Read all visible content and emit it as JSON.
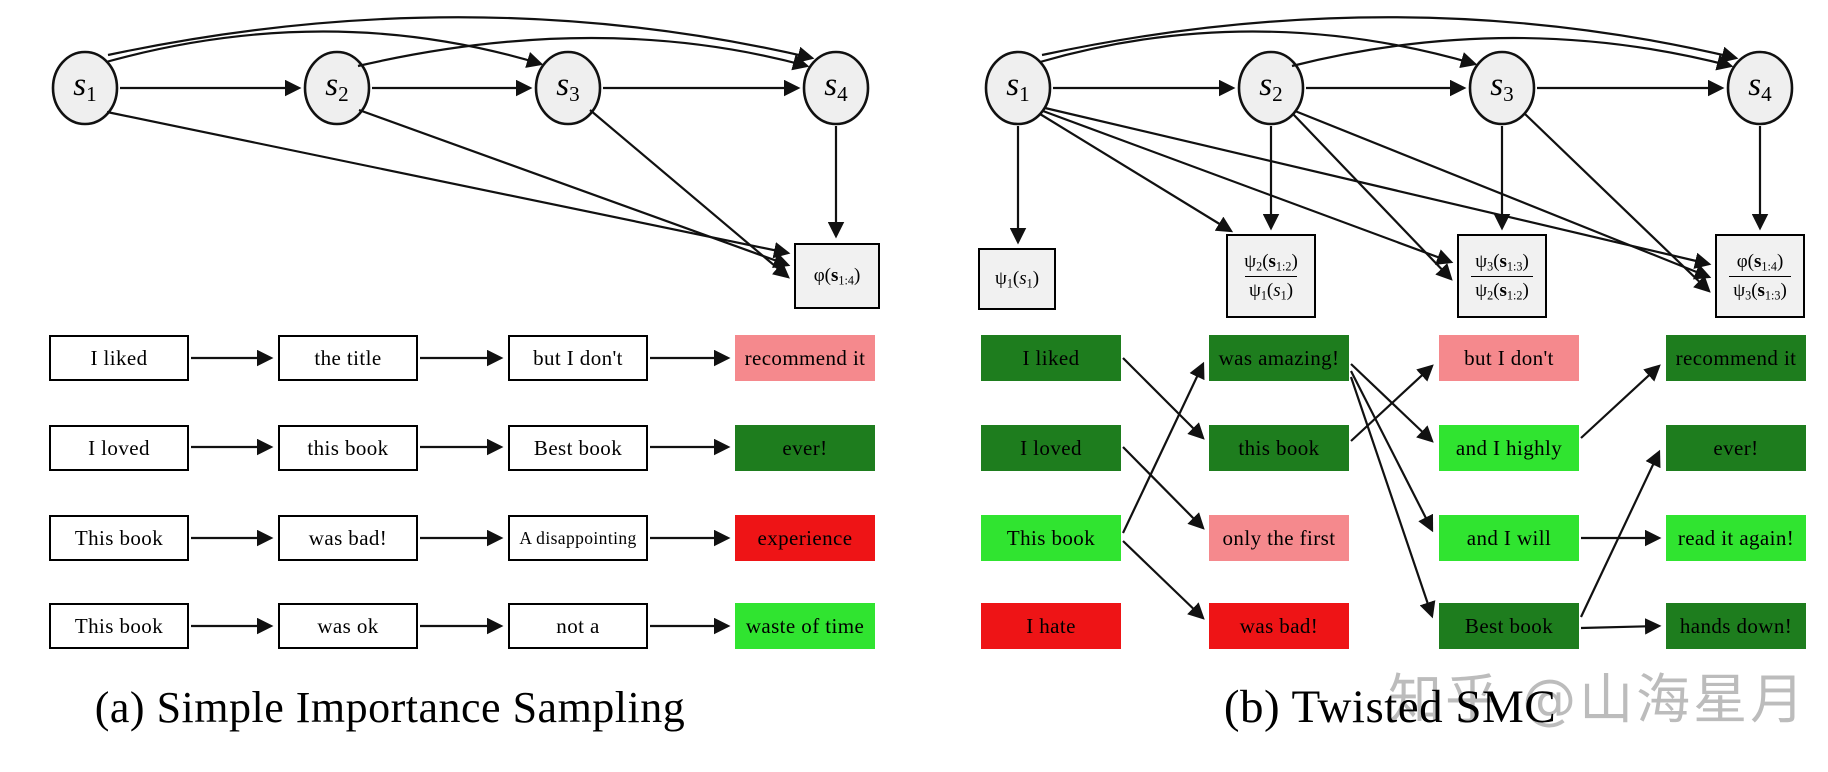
{
  "colors": {
    "dark_green": "#1E7D1E",
    "bright_green": "#30E430",
    "pink": "#F5898D",
    "red": "#EE1416",
    "white": "#FFFFFF",
    "node_fill": "#EFEFEF",
    "twist_box_fill": "#F1F1F1",
    "edge": "#111111",
    "watermark_gray": "#ACACAC"
  },
  "node_labels": [
    [
      {
        "t": "s",
        "it": 1
      },
      {
        "t": "1",
        "sub": 1
      }
    ],
    [
      {
        "t": "s",
        "it": 1
      },
      {
        "t": "2",
        "sub": 1
      }
    ],
    [
      {
        "t": "s",
        "it": 1
      },
      {
        "t": "3",
        "sub": 1
      }
    ],
    [
      {
        "t": "s",
        "it": 1
      },
      {
        "t": "4",
        "sub": 1
      }
    ]
  ],
  "math": {
    "phi_s14": [
      {
        "t": "φ("
      },
      {
        "t": "s",
        "b": 1
      },
      {
        "t": "1:4",
        "sub": 1
      },
      {
        "t": ")"
      }
    ],
    "psi1_s1": [
      {
        "t": "ψ"
      },
      {
        "t": "1",
        "sub": 1
      },
      {
        "t": "("
      },
      {
        "t": "s",
        "it": 1
      },
      {
        "t": "1",
        "sub": 1
      },
      {
        "t": ")"
      }
    ],
    "psi2_s12": [
      {
        "t": "ψ"
      },
      {
        "t": "2",
        "sub": 1
      },
      {
        "t": "("
      },
      {
        "t": "s",
        "b": 1
      },
      {
        "t": "1:2",
        "sub": 1
      },
      {
        "t": ")"
      }
    ],
    "psi3_s13": [
      {
        "t": "ψ"
      },
      {
        "t": "3",
        "sub": 1
      },
      {
        "t": "("
      },
      {
        "t": "s",
        "b": 1
      },
      {
        "t": "1:3",
        "sub": 1
      },
      {
        "t": ")"
      }
    ]
  },
  "panel_a": {
    "caption": "(a) Simple Importance Sampling",
    "rows": [
      {
        "cells": [
          {
            "text": "I liked",
            "bg": "white"
          },
          {
            "text": "the title",
            "bg": "white"
          },
          {
            "text": "but I don't",
            "bg": "white"
          },
          {
            "text": "recommend it",
            "bg": "pink"
          }
        ]
      },
      {
        "cells": [
          {
            "text": "I loved",
            "bg": "white"
          },
          {
            "text": "this book",
            "bg": "white"
          },
          {
            "text": "Best book",
            "bg": "white"
          },
          {
            "text": "ever!",
            "bg": "dark_green"
          }
        ]
      },
      {
        "cells": [
          {
            "text": "This book",
            "bg": "white"
          },
          {
            "text": "was bad!",
            "bg": "white"
          },
          {
            "text": "A disappointing",
            "bg": "white"
          },
          {
            "text": "experience",
            "bg": "red"
          }
        ]
      },
      {
        "cells": [
          {
            "text": "This book",
            "bg": "white"
          },
          {
            "text": "was ok",
            "bg": "white"
          },
          {
            "text": "not a",
            "bg": "white"
          },
          {
            "text": "waste of time",
            "bg": "bright_green"
          }
        ]
      }
    ]
  },
  "panel_b": {
    "caption": "(b) Twisted SMC",
    "rows": [
      {
        "cells": [
          {
            "text": "I liked",
            "bg": "dark_green"
          },
          {
            "text": "was amazing!",
            "bg": "dark_green"
          },
          {
            "text": "but I don't",
            "bg": "pink"
          },
          {
            "text": "recommend it",
            "bg": "dark_green"
          }
        ]
      },
      {
        "cells": [
          {
            "text": "I loved",
            "bg": "dark_green"
          },
          {
            "text": "this book",
            "bg": "dark_green"
          },
          {
            "text": "and I highly",
            "bg": "bright_green"
          },
          {
            "text": "ever!",
            "bg": "dark_green"
          }
        ]
      },
      {
        "cells": [
          {
            "text": "This book",
            "bg": "bright_green"
          },
          {
            "text": "only the first",
            "bg": "pink"
          },
          {
            "text": "and I will",
            "bg": "bright_green"
          },
          {
            "text": "read it again!",
            "bg": "bright_green"
          }
        ]
      },
      {
        "cells": [
          {
            "text": "I hate",
            "bg": "red"
          },
          {
            "text": "was bad!",
            "bg": "red"
          },
          {
            "text": "Best book",
            "bg": "dark_green"
          },
          {
            "text": "hands down!",
            "bg": "dark_green"
          }
        ]
      }
    ]
  },
  "watermark": "知乎 @山海星月"
}
